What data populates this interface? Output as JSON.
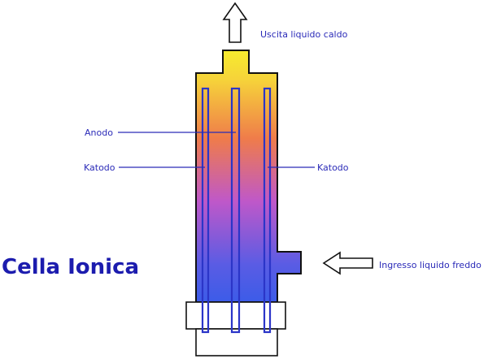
{
  "title": "Cella Ionica",
  "labels": {
    "outlet": "Uscita liquido caldo",
    "inlet": "Ingresso liquido freddo",
    "anode": "Anodo",
    "cathode_left": "Katodo",
    "cathode_right": "Katodo"
  },
  "colors": {
    "hot": "#f7ec2e",
    "warm": "#ef7c4a",
    "mid": "#bf58c9",
    "cold": "#3c5ce8",
    "label": "#2b2bb8",
    "title": "#1c1cae"
  }
}
